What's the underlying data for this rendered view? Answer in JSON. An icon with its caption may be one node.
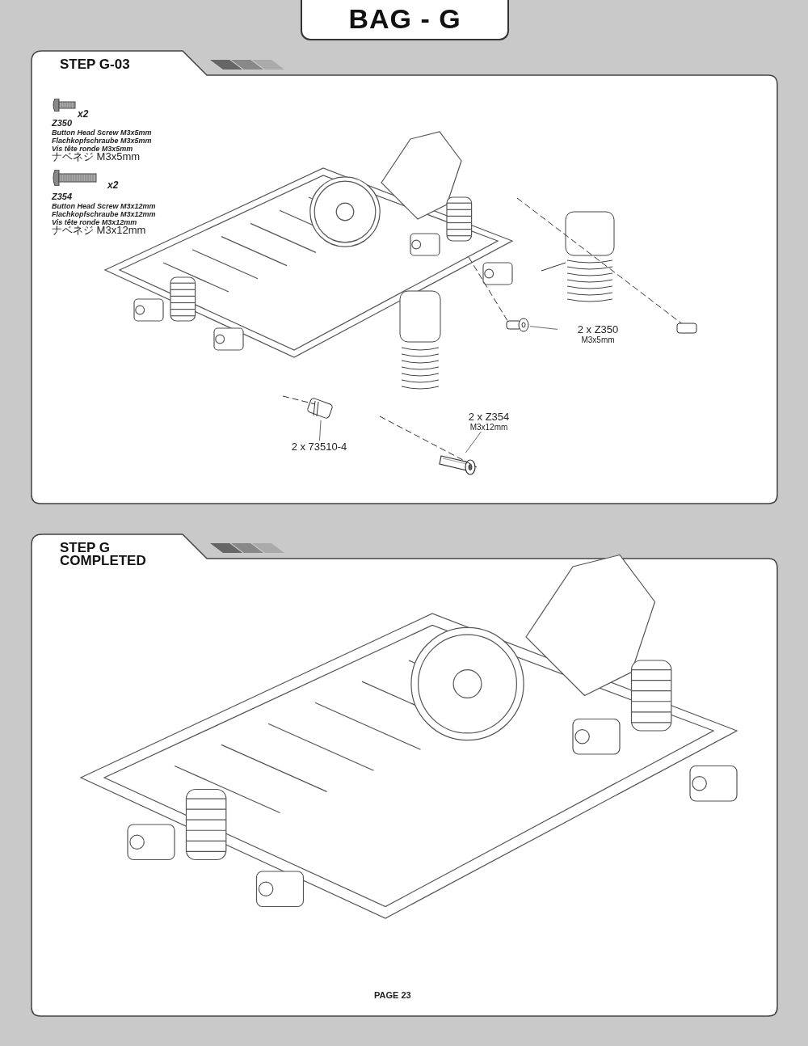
{
  "diagram": {
    "title": "BAG - G",
    "nodes": [
      {
        "text": [
          "STEP G-03"
        ]
      },
      {
        "text": [
          "STEP G COMPLETED"
        ]
      },
      {
        "text": [
          "2 x Z350",
          "M3x5mm"
        ],
        "in": 0
      },
      {
        "text": [],
        "shape": "picture",
        "in": 0
      },
      {
        "text": [
          "2 x 73510-4"
        ],
        "in": 0
      },
      {
        "text": [],
        "shape": "picture",
        "in": 0
      },
      {
        "text": [
          "2 x Z354",
          "M3x12mm"
        ],
        "in": 0
      },
      {
        "text": [],
        "shape": "picture",
        "in": 0
      }
    ],
    "edges": [
      {
        "from": 2,
        "to": 3,
        "arrow": "none"
      },
      {
        "from": 4,
        "to": 5,
        "arrow": "none"
      },
      {
        "from": 6,
        "to": 7,
        "arrow": "none"
      }
    ],
    "labels": [
      "x2",
      "Z350",
      "Button Head Screw M3x5mm",
      "Flachkopfschraube M3x5mm",
      "Vis tête ronde M3x5mm",
      "ナベネジ M3x5mm",
      "x2",
      "Z354",
      "Button Head Screw M3x12mm",
      "Flachkopfschraube M3x12mm",
      "Vis tête ronde M3x12mm",
      "ナベネジ M3x12mm",
      "PAGE 23"
    ]
  }
}
